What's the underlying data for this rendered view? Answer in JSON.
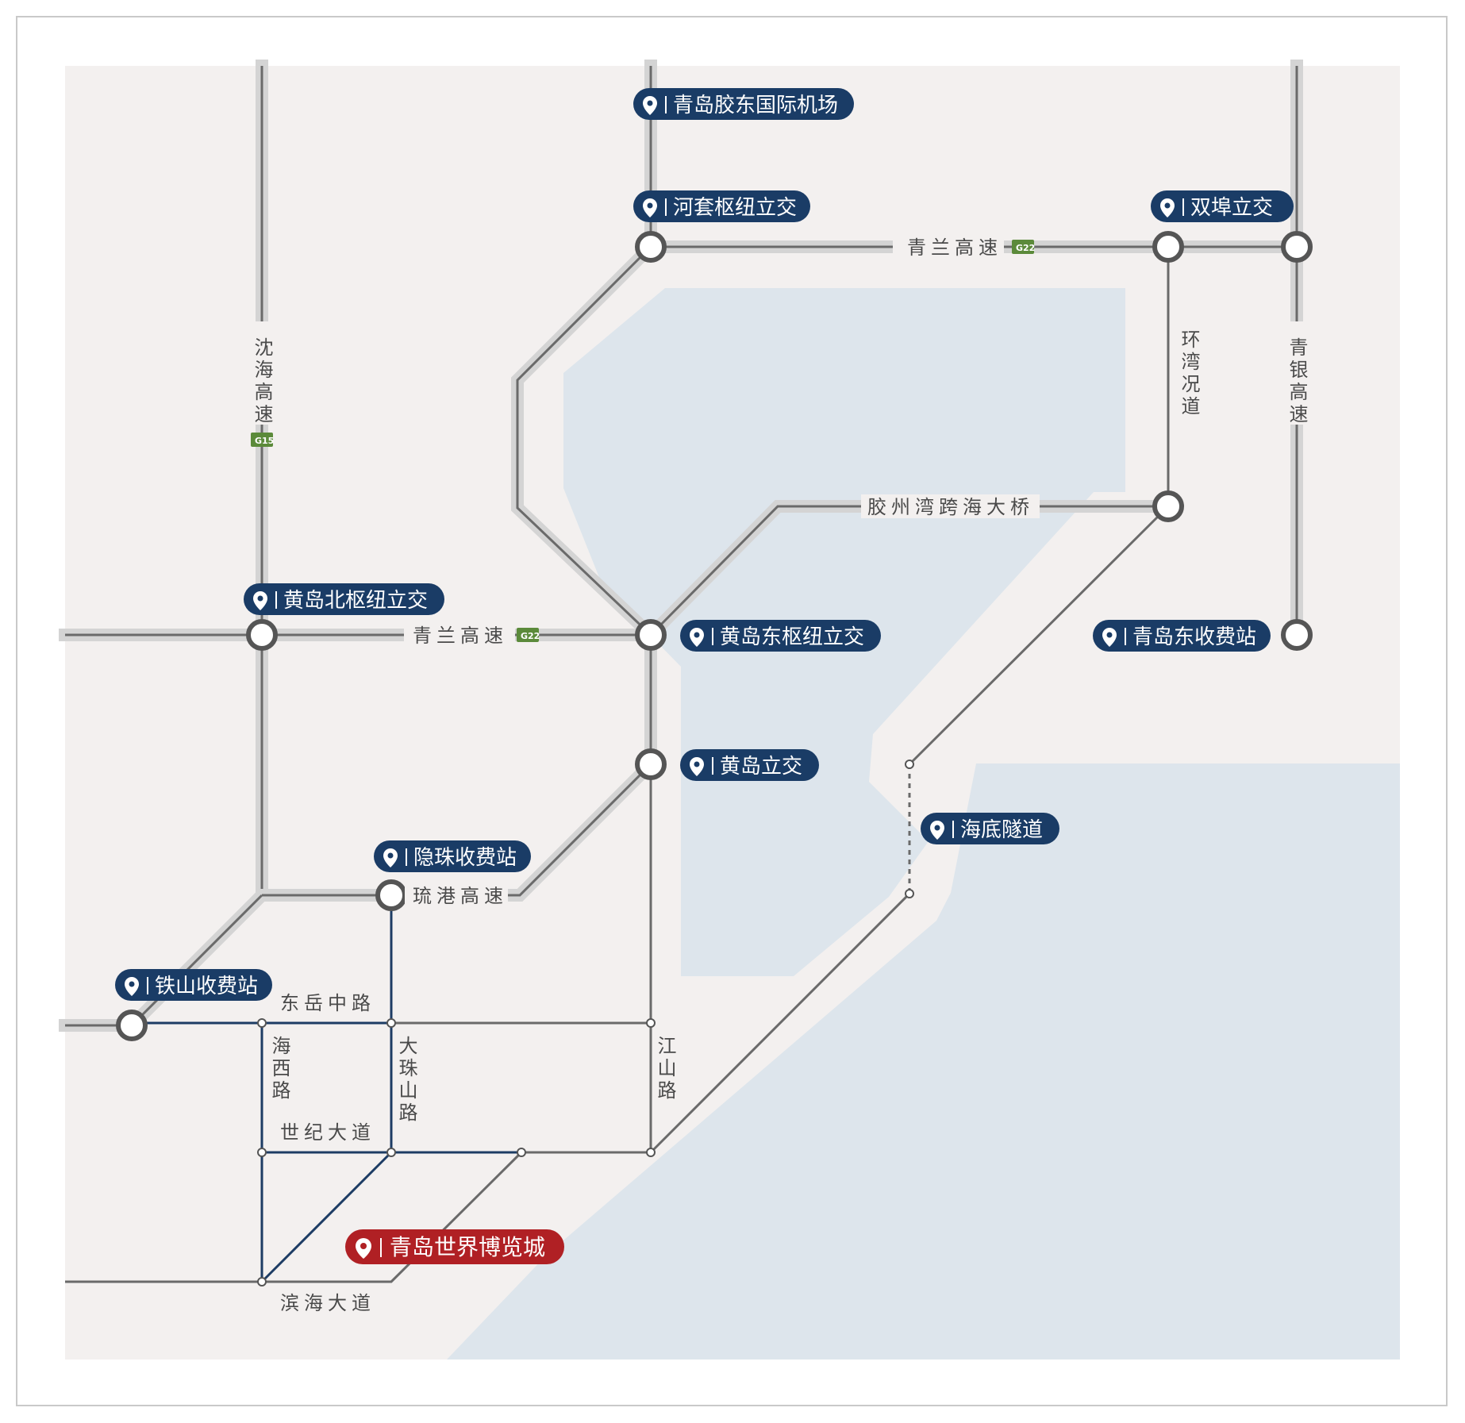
{
  "colors": {
    "land": "#f3f0ef",
    "water": "#dde5ec",
    "highway": "#d4d4d4",
    "road_line": "#6a6a6a",
    "local_road": "#1d3c64",
    "pill": "#1a3c66",
    "pill_highlight": "#b02024",
    "shield": "#5b8a3a"
  },
  "icons": {
    "pin": "map-pin-icon"
  },
  "places": {
    "airport": "青岛胶东国际机场",
    "hetao": "河套枢纽立交",
    "shuangbu": "双埠立交",
    "huangdao_north": "黄岛北枢纽立交",
    "huangdao_east_hub": "黄岛东枢纽立交",
    "huangdao_east_toll": "青岛东收费站",
    "huangdao_interchange": "黄岛立交",
    "tunnel": "海底隧道",
    "yinzhu": "隐珠收费站",
    "tieshan": "铁山收费站",
    "expo": "青岛世界博览城"
  },
  "roads": {
    "qinglan_east": "青兰高速",
    "qinglan_west": "青兰高速",
    "shenhai": "沈海高速",
    "qingyin": "青银高速",
    "huanwan": "环湾况道",
    "bridge": "胶州湾跨海大桥",
    "liugang": "琉港高速",
    "dongyue": "东岳中路",
    "haixi": "海西路",
    "dazhushan": "大珠山路",
    "jiangshan": "江山路",
    "shiji": "世纪大道",
    "binhai": "滨海大道"
  },
  "shields": {
    "g22": "G22",
    "g15": "G15"
  }
}
